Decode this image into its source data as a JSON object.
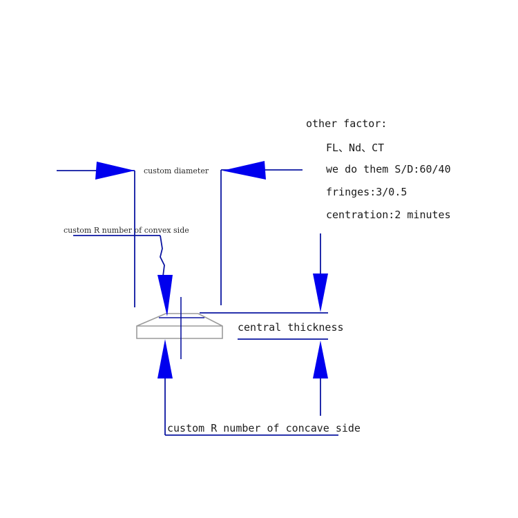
{
  "colors": {
    "line": "#0a14a0",
    "arrow": "#0000ee",
    "lens": "#9a9a9a",
    "text": "#1a1a1a"
  },
  "labels": {
    "diameter": "custom diameter",
    "convex": "custom R number of convex side",
    "thickness": "central thickness",
    "concave": "custom R number of concave side"
  },
  "notes": {
    "title": "other factor:",
    "lines": [
      "FL、Nd、CT",
      "we do them S/D:60/40",
      "fringes:3/0.5",
      "centration:2 minutes"
    ]
  }
}
